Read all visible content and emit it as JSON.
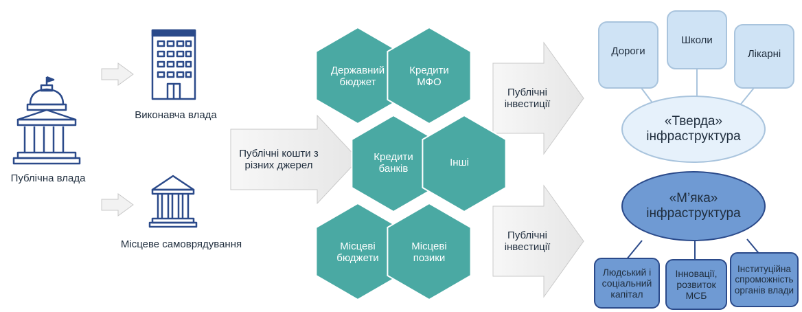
{
  "authority": {
    "public": "Публічна влада",
    "executive": "Виконавча влада",
    "local": "Місцеве самоврядування"
  },
  "funding_arrow": "Публічні кошти з\nрізних джерел",
  "sources": {
    "state_budget": "Державний\nбюджет",
    "mfo_credits": "Кредити\nМФО",
    "bank_credits": "Кредити\nбанків",
    "other": "Інші",
    "local_budgets": "Місцеві\nбюджети",
    "local_loans": "Місцеві\nпозики"
  },
  "investments_top": "Публічні\nінвестиції",
  "investments_bottom": "Публічні\nінвестиції",
  "hard": {
    "title": "«Тверда»\nінфраструктура",
    "items": [
      "Дороги",
      "Школи",
      "Лікарні"
    ]
  },
  "soft": {
    "title": "«М’яка»\nінфраструктура",
    "items": [
      "Людський і\nсоціальний\nкапітал",
      "Інновації,\nрозвиток\nМСБ",
      "Інституційна\nспроможність\nорганів влади"
    ]
  },
  "colors": {
    "hex": "#4aa9a3",
    "arrow": "#f0f0f0",
    "hard_box": "#cfe3f5",
    "hard_ellipse": "#e6f1fb",
    "soft_ellipse": "#6f9ad3",
    "soft_box": "#6f9ad3",
    "icon": "#2b4a8a"
  }
}
